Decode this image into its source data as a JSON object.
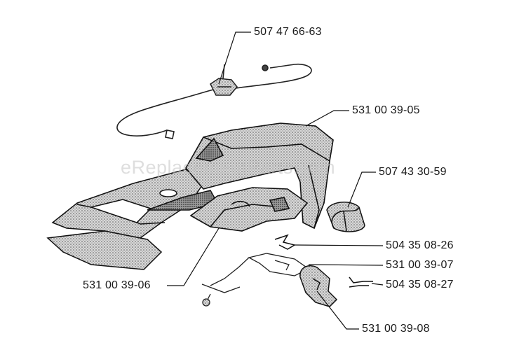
{
  "watermark": "eReplacementParts.com",
  "parts": [
    {
      "id": "cable",
      "number": "507 47 66-63"
    },
    {
      "id": "top-cover",
      "number": "531 00 39-05"
    },
    {
      "id": "bushing",
      "number": "507 43 30-59"
    },
    {
      "id": "clip",
      "number": "504 35 08-26"
    },
    {
      "id": "lever",
      "number": "531 00 39-07"
    },
    {
      "id": "spring",
      "number": "504 35 08-27"
    },
    {
      "id": "trigger",
      "number": "531 00 39-08"
    },
    {
      "id": "handle-base",
      "number": "531 00 39-06"
    }
  ]
}
